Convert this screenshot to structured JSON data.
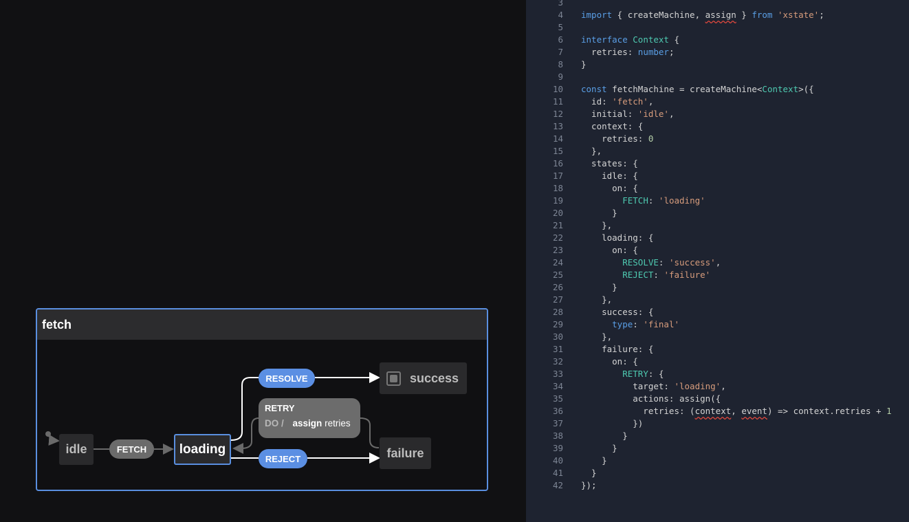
{
  "machine": {
    "title": "fetch",
    "states": {
      "idle": "idle",
      "loading": "loading",
      "success": "success",
      "failure": "failure"
    },
    "events": {
      "fetch": "FETCH",
      "resolve": "RESOLVE",
      "reject": "REJECT",
      "retry": "RETRY",
      "retry_do": "DO /",
      "retry_action": "assign",
      "retry_action_arg": "retries"
    },
    "colors": {
      "accent": "#5a8fe0",
      "event_pill": "#5b8fe3",
      "fetch_pill": "#6b6b6b",
      "retry_pill": "#6c6c6c"
    }
  },
  "editor": {
    "lines": [
      {
        "n": "3",
        "t": ""
      },
      {
        "n": "4",
        "t": "import { createMachine, assign } from 'xstate';"
      },
      {
        "n": "5",
        "t": ""
      },
      {
        "n": "6",
        "t": "interface Context {"
      },
      {
        "n": "7",
        "t": "  retries: number;"
      },
      {
        "n": "8",
        "t": "}"
      },
      {
        "n": "9",
        "t": ""
      },
      {
        "n": "10",
        "t": "const fetchMachine = createMachine<Context>({"
      },
      {
        "n": "11",
        "t": "  id: 'fetch',"
      },
      {
        "n": "12",
        "t": "  initial: 'idle',"
      },
      {
        "n": "13",
        "t": "  context: {"
      },
      {
        "n": "14",
        "t": "    retries: 0"
      },
      {
        "n": "15",
        "t": "  },"
      },
      {
        "n": "16",
        "t": "  states: {"
      },
      {
        "n": "17",
        "t": "    idle: {"
      },
      {
        "n": "18",
        "t": "      on: {"
      },
      {
        "n": "19",
        "t": "        FETCH: 'loading'"
      },
      {
        "n": "20",
        "t": "      }"
      },
      {
        "n": "21",
        "t": "    },"
      },
      {
        "n": "22",
        "t": "    loading: {"
      },
      {
        "n": "23",
        "t": "      on: {"
      },
      {
        "n": "24",
        "t": "        RESOLVE: 'success',"
      },
      {
        "n": "25",
        "t": "        REJECT: 'failure'"
      },
      {
        "n": "26",
        "t": "      }"
      },
      {
        "n": "27",
        "t": "    },"
      },
      {
        "n": "28",
        "t": "    success: {"
      },
      {
        "n": "29",
        "t": "      type: 'final'"
      },
      {
        "n": "30",
        "t": "    },"
      },
      {
        "n": "31",
        "t": "    failure: {"
      },
      {
        "n": "32",
        "t": "      on: {"
      },
      {
        "n": "33",
        "t": "        RETRY: {"
      },
      {
        "n": "34",
        "t": "          target: 'loading',"
      },
      {
        "n": "35",
        "t": "          actions: assign({"
      },
      {
        "n": "36",
        "t": "            retries: (context, event) => context.retries + 1"
      },
      {
        "n": "37",
        "t": "          })"
      },
      {
        "n": "38",
        "t": "        }"
      },
      {
        "n": "39",
        "t": "      }"
      },
      {
        "n": "40",
        "t": "    }"
      },
      {
        "n": "41",
        "t": "  }"
      },
      {
        "n": "42",
        "t": "});"
      }
    ]
  }
}
